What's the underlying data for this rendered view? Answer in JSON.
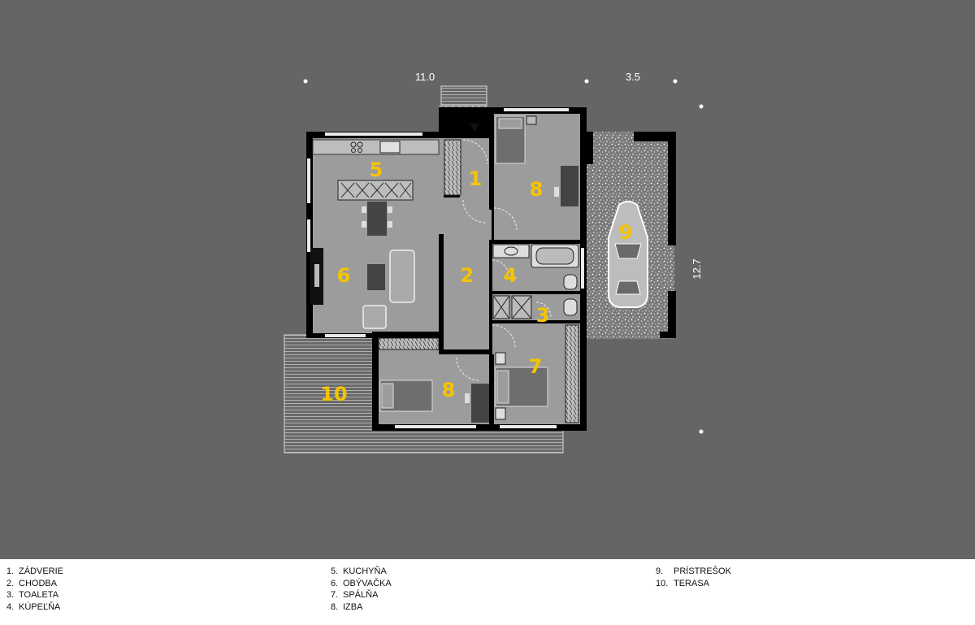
{
  "dimensions": {
    "top_left": "11.0",
    "top_right": "3.5",
    "right_side": "12.7"
  },
  "room_numbers": [
    "1",
    "2",
    "3",
    "4",
    "5",
    "6",
    "7",
    "8",
    "8",
    "9",
    "10"
  ],
  "legend": [
    [
      {
        "num": "1.",
        "label": "ZÁDVERIE"
      },
      {
        "num": "2.",
        "label": "CHODBA"
      },
      {
        "num": "3.",
        "label": "TOALETA"
      },
      {
        "num": "4.",
        "label": "KÚPEĽŇA"
      }
    ],
    [
      {
        "num": "5.",
        "label": "KUCHYŇA"
      },
      {
        "num": "6.",
        "label": "OBÝVAČKA"
      },
      {
        "num": "7.",
        "label": "SPÁLŇA"
      },
      {
        "num": "8.",
        "label": "IZBA"
      }
    ],
    [
      {
        "num": "9.",
        "label": "PRÍSTREŠOK"
      },
      {
        "num": "10.",
        "label": "TERASA"
      }
    ]
  ],
  "colors": {
    "background": "#656565",
    "room_fill": "#9c9c9c",
    "walls": "#000000",
    "label": "#f5c400",
    "legend_bg": "#ffffff"
  }
}
